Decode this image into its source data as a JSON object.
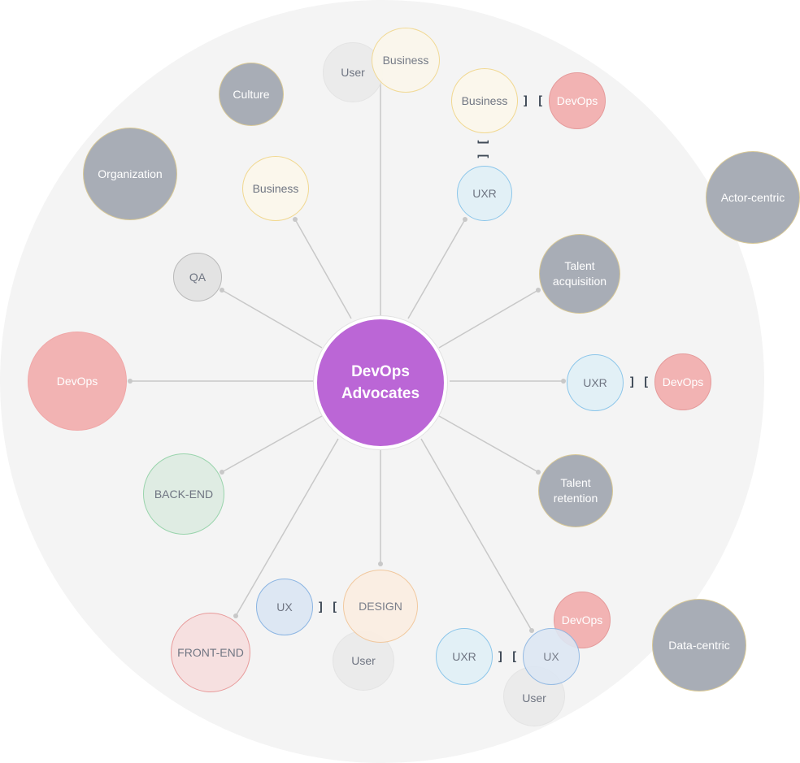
{
  "center": {
    "line1": "DevOps",
    "line2": "Advocates"
  },
  "outer": {
    "actor_centric": "Actor-centric",
    "data_centric": "Data-centric",
    "organization": "Organization",
    "culture": "Culture"
  },
  "nodes": {
    "user_top": "User",
    "business_top": "Business",
    "business_right": "Business",
    "devops_top_right": "DevOps",
    "uxr_top": "UXR",
    "business_left": "Business",
    "qa": "QA",
    "talent_acquisition_1": "Talent",
    "talent_acquisition_2": "acquisition",
    "devops_left": "DevOps",
    "uxr_right": "UXR",
    "devops_right": "DevOps",
    "talent_retention_1": "Talent",
    "talent_retention_2": "retention",
    "back_end": "BACK-END",
    "ux_bottom_left": "UX",
    "design": "DESIGN",
    "user_bottom_center": "User",
    "front_end": "FRONT-END",
    "devops_bottom_right": "DevOps",
    "uxr_bottom_right": "UXR",
    "ux_bottom_right": "UX",
    "user_bottom_right": "User"
  },
  "brackets": {
    "close": "]",
    "open": "["
  },
  "colors": {
    "center": "#bb66d6",
    "actor": "#a8adb6",
    "business": "#fbf7ec",
    "devops": "#f2b3b3",
    "uxr": "#e2f0f6",
    "backend": "#dfece3",
    "frontend": "#f6e0e0",
    "design": "#fbeee2"
  }
}
